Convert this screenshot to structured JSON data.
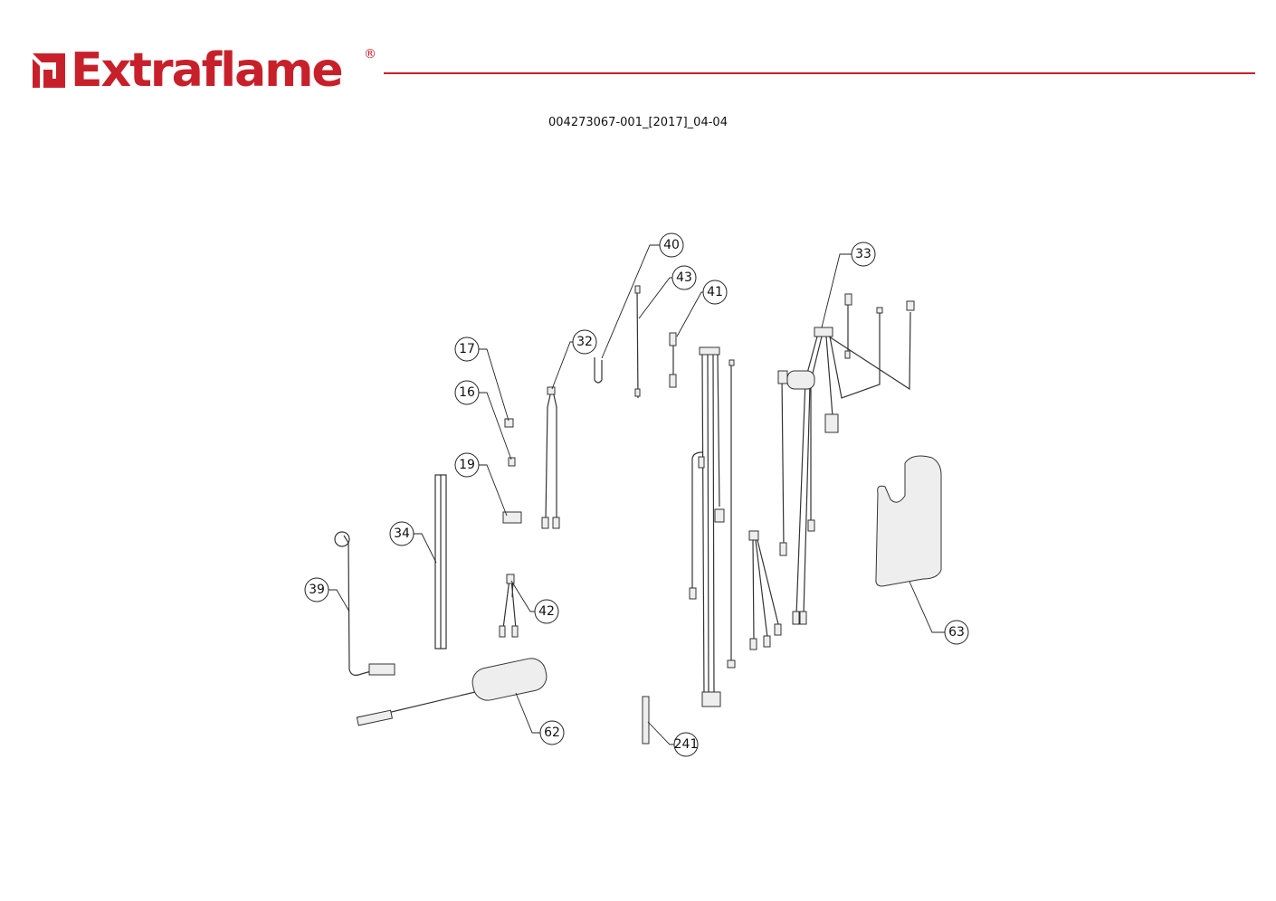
{
  "header": {
    "brand": "Extraflame",
    "registered_mark": "®",
    "document_number": "004273067-001_[2017]_04-04",
    "brand_color": "#c8202a"
  },
  "callouts": {
    "c40": "40",
    "c43": "43",
    "c41": "41",
    "c33": "33",
    "c32": "32",
    "c17": "17",
    "c16": "16",
    "c19": "19",
    "c34": "34",
    "c39": "39",
    "c42": "42",
    "c62": "62",
    "c241": "241",
    "c63": "63"
  }
}
